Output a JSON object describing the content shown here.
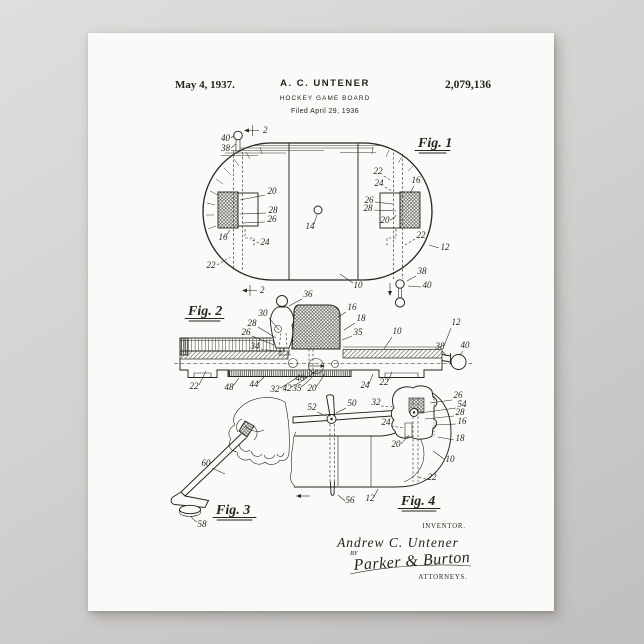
{
  "colors": {
    "background_top": "#e0dedc",
    "background_bottom": "#c1bfbe",
    "paper": "#fafaf8",
    "ink": "#26241f"
  },
  "header": {
    "date": "May 4, 1937.",
    "inventor": "A. C. UNTENER",
    "title": "HOCKEY GAME BOARD",
    "filed": "Filed April 29, 1936",
    "patent_number": "2,079,136"
  },
  "figures": {
    "fig1": {
      "label": "Fig. 1",
      "section_marker": "2",
      "refs": [
        "40",
        "38",
        "22",
        "24",
        "16",
        "26",
        "28",
        "20",
        "22",
        "12",
        "20",
        "28",
        "26",
        "16",
        "24",
        "22",
        "14",
        "10",
        "38",
        "40"
      ]
    },
    "fig2": {
      "label": "Fig. 2",
      "refs": [
        "36",
        "30",
        "28",
        "26",
        "34",
        "16",
        "18",
        "35",
        "10",
        "12",
        "38",
        "40",
        "22",
        "48",
        "44",
        "32",
        "42",
        "35",
        "46",
        "20",
        "24",
        "22"
      ]
    },
    "fig3": {
      "label": "Fig. 3",
      "refs": [
        "60",
        "58"
      ]
    },
    "fig4": {
      "label": "Fig. 4",
      "refs": [
        "52",
        "50",
        "32",
        "26",
        "54",
        "28",
        "16",
        "18",
        "24",
        "20",
        "10",
        "22",
        "56",
        "12"
      ]
    }
  },
  "footer": {
    "inventor_label": "INVENTOR.",
    "inventor_name": "Andrew C. Untener",
    "by_label": "BY",
    "attorney_signature": "Parker & Burton",
    "attorneys_label": "ATTORNEYS."
  }
}
